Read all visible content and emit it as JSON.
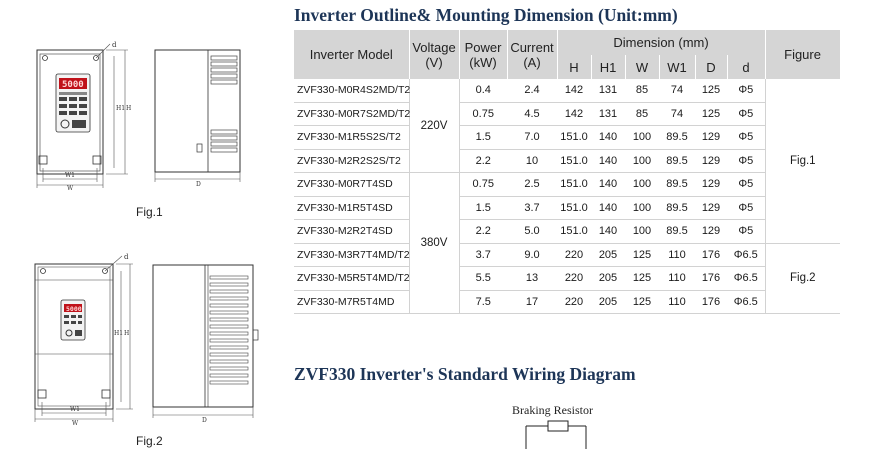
{
  "title": "Inverter Outline& Mounting Dimension (Unit:mm)",
  "table": {
    "headers": {
      "model": "Inverter Model",
      "voltage": "Voltage (V)",
      "power": "Power (kW)",
      "current": "Current (A)",
      "dimension": "Dimension (mm)",
      "figure": "Figure",
      "dims": [
        "H",
        "H1",
        "W",
        "W1",
        "D",
        "d"
      ]
    },
    "voltage_groups": [
      "220V",
      "380V"
    ],
    "figure_groups": [
      "Fig.1",
      "Fig.2"
    ],
    "rows": [
      {
        "model": "ZVF330-M0R4S2MD/T2",
        "power": "0.4",
        "current": "2.4",
        "H": "142",
        "H1": "131",
        "W": "85",
        "W1": "74",
        "D": "125",
        "d": "Φ5"
      },
      {
        "model": "ZVF330-M0R7S2MD/T2",
        "power": "0.75",
        "current": "4.5",
        "H": "142",
        "H1": "131",
        "W": "85",
        "W1": "74",
        "D": "125",
        "d": "Φ5"
      },
      {
        "model": "ZVF330-M1R5S2S/T2",
        "power": "1.5",
        "current": "7.0",
        "H": "151.0",
        "H1": "140",
        "W": "100",
        "W1": "89.5",
        "D": "129",
        "d": "Φ5"
      },
      {
        "model": "ZVF330-M2R2S2S/T2",
        "power": "2.2",
        "current": "10",
        "H": "151.0",
        "H1": "140",
        "W": "100",
        "W1": "89.5",
        "D": "129",
        "d": "Φ5"
      },
      {
        "model": "ZVF330-M0R7T4SD",
        "power": "0.75",
        "current": "2.5",
        "H": "151.0",
        "H1": "140",
        "W": "100",
        "W1": "89.5",
        "D": "129",
        "d": "Φ5"
      },
      {
        "model": "ZVF330-M1R5T4SD",
        "power": "1.5",
        "current": "3.7",
        "H": "151.0",
        "H1": "140",
        "W": "100",
        "W1": "89.5",
        "D": "129",
        "d": "Φ5"
      },
      {
        "model": "ZVF330-M2R2T4SD",
        "power": "2.2",
        "current": "5.0",
        "H": "151.0",
        "H1": "140",
        "W": "100",
        "W1": "89.5",
        "D": "129",
        "d": "Φ5"
      },
      {
        "model": "ZVF330-M3R7T4MD/T2",
        "power": "3.7",
        "current": "9.0",
        "H": "220",
        "H1": "205",
        "W": "125",
        "W1": "110",
        "D": "176",
        "d": "Φ6.5"
      },
      {
        "model": "ZVF330-M5R5T4MD/T2",
        "power": "5.5",
        "current": "13",
        "H": "220",
        "H1": "205",
        "W": "125",
        "W1": "110",
        "D": "176",
        "d": "Φ6.5"
      },
      {
        "model": "ZVF330-M7R5T4MD",
        "power": "7.5",
        "current": "17",
        "H": "220",
        "H1": "205",
        "W": "125",
        "W1": "110",
        "D": "176",
        "d": "Φ6.5"
      }
    ]
  },
  "figures": {
    "fig1": {
      "caption": "Fig.1",
      "display": "5000",
      "labels": {
        "d": "d",
        "H": "H",
        "H1": "H1",
        "W": "W",
        "W1": "W1",
        "D": "D"
      }
    },
    "fig2": {
      "caption": "Fig.2",
      "display": "5000",
      "labels": {
        "d": "d",
        "H": "H",
        "H1": "H1",
        "W": "W",
        "W1": "W1",
        "D": "D"
      }
    }
  },
  "wiring": {
    "title": "ZVF330 Inverter's Standard Wiring Diagram",
    "braking_resistor": "Braking Resistor"
  }
}
